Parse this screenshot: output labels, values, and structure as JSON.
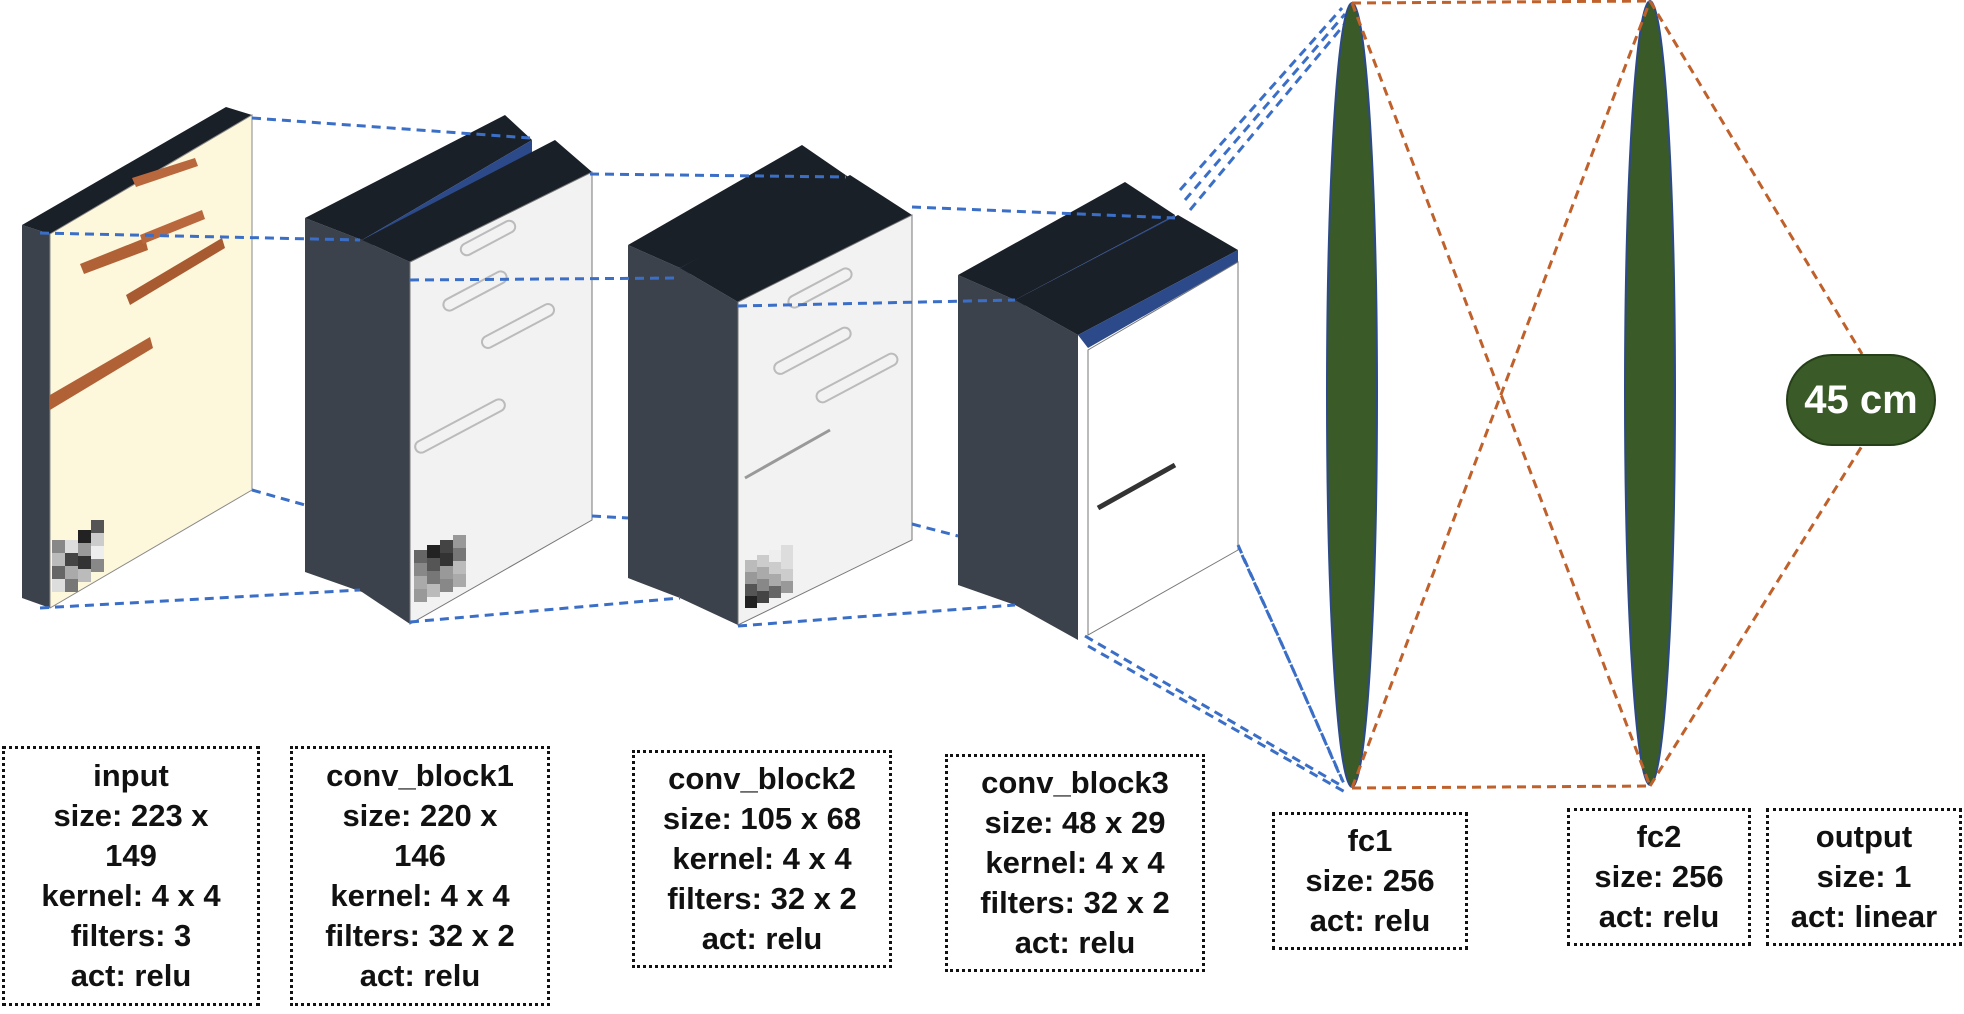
{
  "colors": {
    "slab_dark": "#3c424b",
    "slab_top": "#1a2028",
    "slab_accent": "#2c4a8a",
    "input_face": "#fdf7dc",
    "feature_face": "#f2f2f2",
    "fc_green": "#3a5a27",
    "blue_dash": "#3b6fc7",
    "orange_dash": "#c0602a"
  },
  "layers": [
    {
      "name": "input",
      "lines": [
        "input",
        "size: 223 x",
        "149",
        "kernel: 4 x 4",
        "filters: 3",
        "act: relu"
      ]
    },
    {
      "name": "conv_block1",
      "lines": [
        "conv_block1",
        "size: 220 x",
        "146",
        "kernel: 4 x 4",
        "filters: 32 x 2",
        "act: relu"
      ]
    },
    {
      "name": "conv_block2",
      "lines": [
        "conv_block2",
        "size: 105 x 68",
        "kernel: 4 x 4",
        "filters: 32 x 2",
        "act: relu"
      ]
    },
    {
      "name": "conv_block3",
      "lines": [
        "conv_block3",
        "size: 48 x 29",
        "kernel: 4 x 4",
        "filters: 32 x 2",
        "act: relu"
      ]
    },
    {
      "name": "fc1",
      "lines": [
        "fc1",
        "size: 256",
        "act: relu"
      ]
    },
    {
      "name": "fc2",
      "lines": [
        "fc2",
        "size: 256",
        "act: relu"
      ]
    },
    {
      "name": "output",
      "lines": [
        "output",
        "size: 1",
        "act: linear"
      ]
    }
  ],
  "output_value": "45 cm"
}
